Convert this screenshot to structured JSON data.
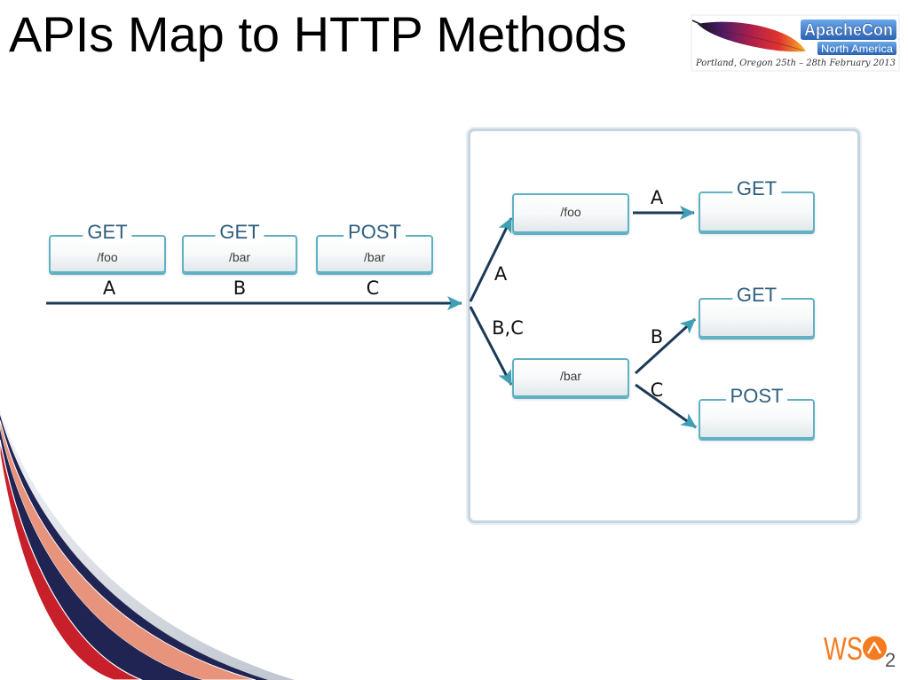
{
  "slide": {
    "title": "APIs Map to HTTP Methods"
  },
  "logos": {
    "apachecon": {
      "name": "ApacheCon",
      "region": "North America",
      "tagline": "Portland, Oregon 25th – 28th February 2013"
    },
    "wso2": {
      "prefix": "WS",
      "suffix": "2"
    }
  },
  "diagram": {
    "requests": [
      {
        "method": "GET",
        "path": "/foo",
        "label": "A"
      },
      {
        "method": "GET",
        "path": "/bar",
        "label": "B"
      },
      {
        "method": "POST",
        "path": "/bar",
        "label": "C"
      }
    ],
    "resources": [
      {
        "path": "/foo",
        "label": "A"
      },
      {
        "path": "/bar",
        "label": "B,C"
      }
    ],
    "methods": [
      {
        "method": "GET",
        "label": "A"
      },
      {
        "method": "GET",
        "label": "B"
      },
      {
        "method": "POST",
        "label": "C"
      }
    ]
  },
  "colors": {
    "box_border": "#5fb1c3",
    "label_text": "#2e5f7e",
    "arrow_line": "#1b3a57",
    "arrow_head": "#3f9fb4",
    "panel_border": "#c6d6e1",
    "swoosh_red": "#c8202a",
    "swoosh_navy": "#1f2452",
    "swoosh_salmon": "#e8937c",
    "swoosh_gray": "#d8dde4",
    "apachecon_blue": "#2f6fc0",
    "wso2_orange": "#f47b20",
    "wso2_gray": "#555555"
  }
}
